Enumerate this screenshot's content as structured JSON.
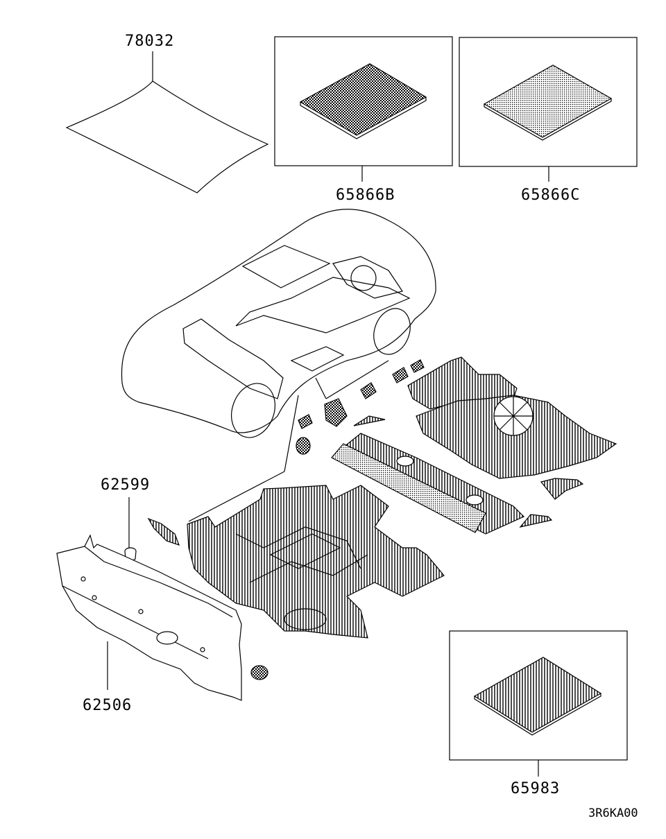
{
  "parts": {
    "headlining": "78032",
    "silencer_b": "65866B",
    "silencer_c": "65866C",
    "clip": "62599",
    "dash_insulator": "62506",
    "floor_pad": "65983"
  },
  "diagram_code": "3R6KA00",
  "icons": {
    "headlining": "flat-panel-outline",
    "silencer_b": "dotted-pad",
    "silencer_c": "dotted-pad",
    "floor_pad": "hatched-pad",
    "clip": "push-clip",
    "dash_insulator": "dash-panel",
    "car": "car-body-outline",
    "carpet": "floor-carpet"
  },
  "colors": {
    "ink": "#000000",
    "paper": "#ffffff"
  }
}
